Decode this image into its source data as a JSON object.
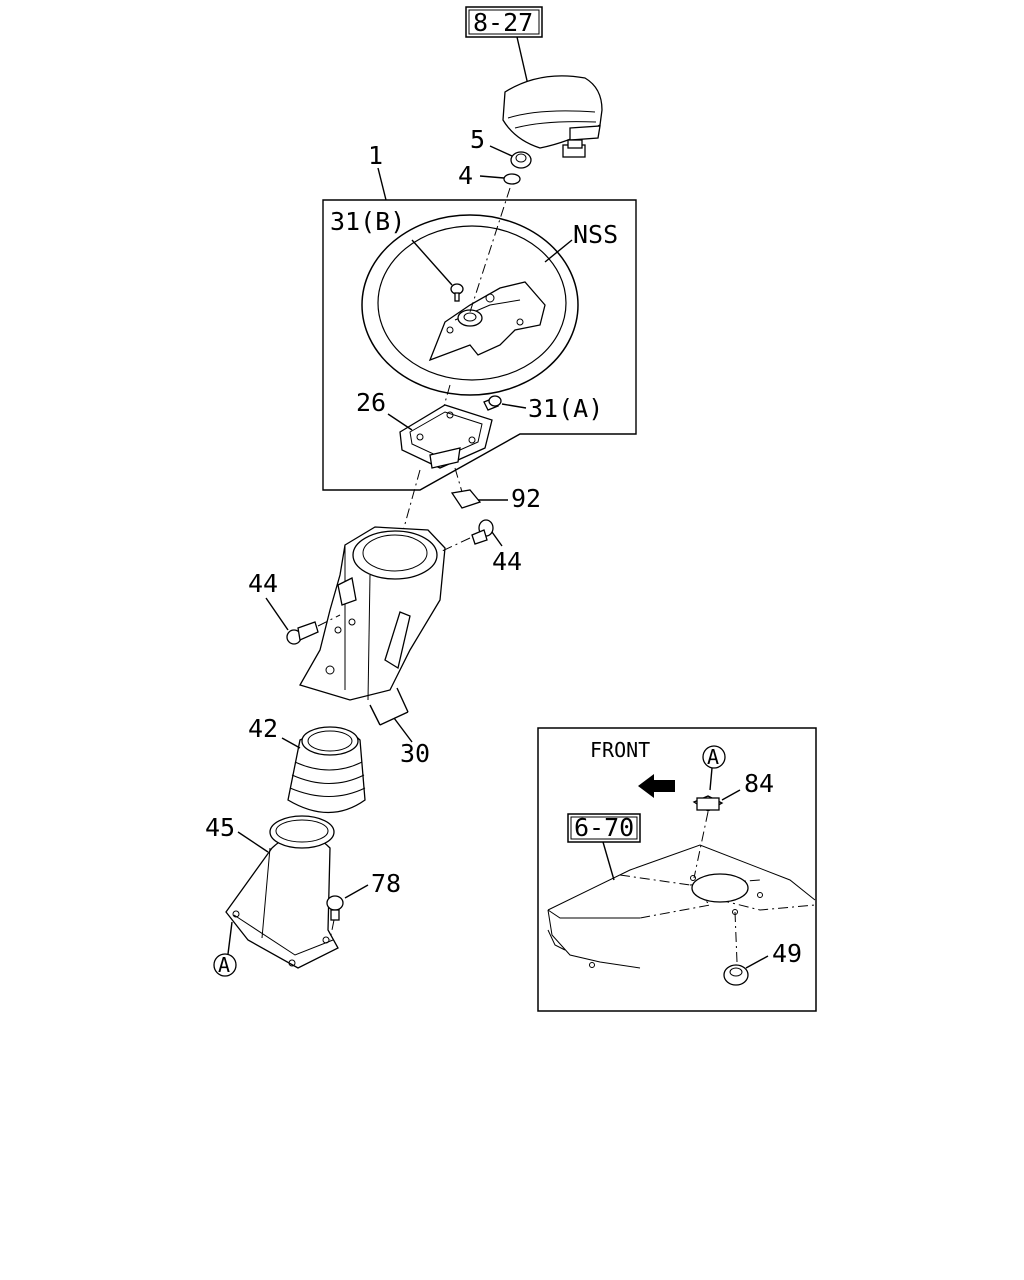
{
  "refs": {
    "ref_8_27": "8-27",
    "ref_6_70": "6-70"
  },
  "labels": {
    "p1": "1",
    "p4": "4",
    "p5": "5",
    "p26": "26",
    "p30": "30",
    "p31a": "31(A)",
    "p31b": "31(B)",
    "p42": "42",
    "p44_left": "44",
    "p44_right": "44",
    "p45": "45",
    "p49": "49",
    "p78": "78",
    "p84": "84",
    "p92": "92",
    "nss": "NSS"
  },
  "inset": {
    "front_label": "FRONT",
    "marker_a": "A"
  },
  "markers": {
    "a_main": "A"
  }
}
